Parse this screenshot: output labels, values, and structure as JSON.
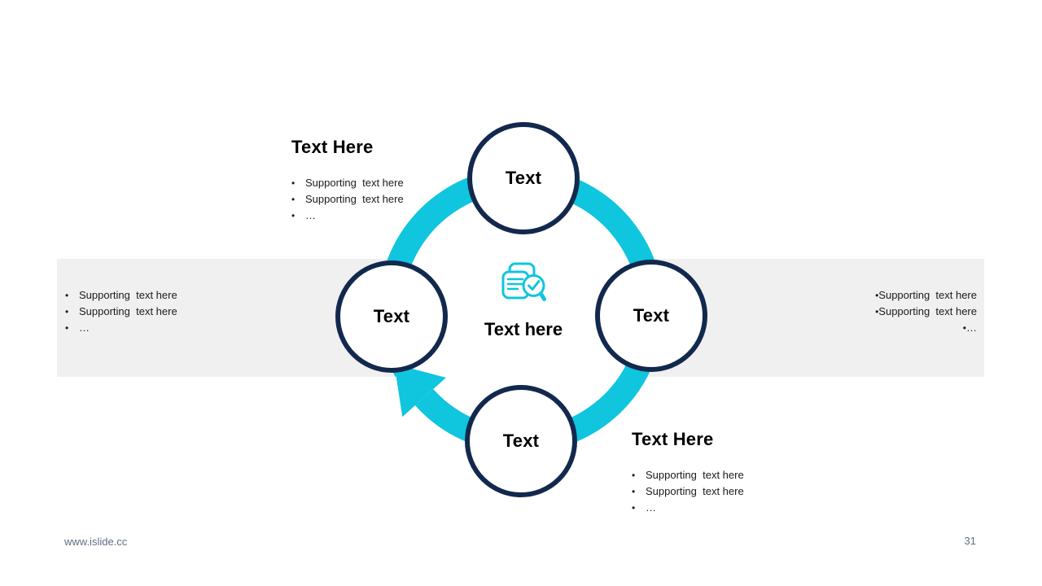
{
  "diagram": {
    "center": {
      "icon": "documents-search-check-icon",
      "label": "Text here"
    },
    "nodes": [
      {
        "position": "top",
        "label": "Text"
      },
      {
        "position": "right",
        "label": "Text"
      },
      {
        "position": "bottom",
        "label": "Text"
      },
      {
        "position": "left",
        "label": "Text"
      }
    ],
    "flow_direction": "clockwise"
  },
  "blocks": {
    "top_left": {
      "heading": "Text Here",
      "bullets": [
        "Supporting  text here",
        "Supporting  text here",
        "…"
      ]
    },
    "left_band": {
      "bullets": [
        "Supporting  text here",
        "Supporting  text here",
        "…"
      ]
    },
    "right_band": {
      "bullets": [
        "Supporting  text here",
        "Supporting  text here",
        "…"
      ]
    },
    "bottom_right": {
      "heading": "Text Here",
      "bullets": [
        "Supporting  text here",
        "Supporting  text here",
        "…"
      ]
    }
  },
  "footer": {
    "website": "www.islide.cc",
    "page_number": "31"
  },
  "colors": {
    "accent_cyan": "#10c5de",
    "navy": "#12294d",
    "band_gray": "#f0f0f0",
    "footer_text": "#5f6e80"
  }
}
